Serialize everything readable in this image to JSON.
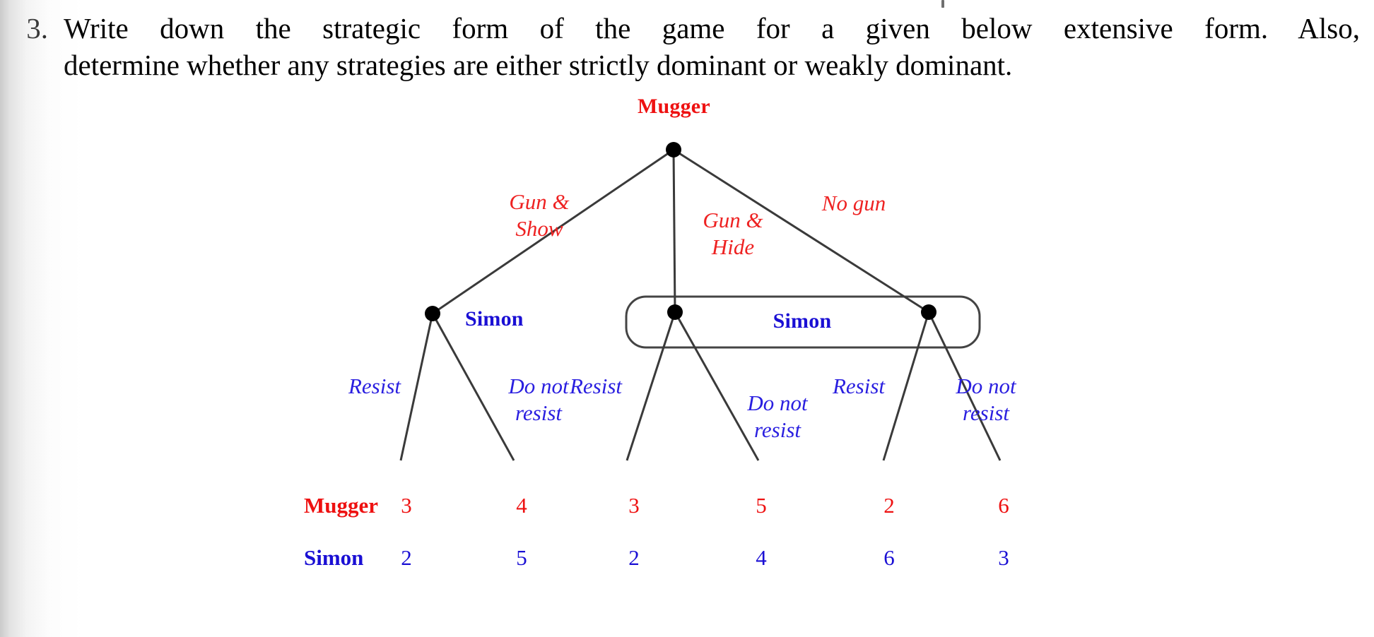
{
  "question": {
    "number": "3.",
    "line1": "Write down the strategic form of the game for a given below extensive form. Also,",
    "line2": "determine whether any strategies are either strictly dominant or weakly dominant."
  },
  "colors": {
    "mugger": "#ee1111",
    "simon": "#1a0fd4",
    "tree_line": "#3a3a3a",
    "node": "#000000",
    "infoset_border": "#444444"
  },
  "chart_data": {
    "type": "diagram",
    "subtype": "extensive-form-game-tree",
    "title": "Mugger",
    "players": [
      "Mugger",
      "Simon"
    ],
    "root": {
      "player": "Mugger",
      "label": "Mugger",
      "actions": [
        "Gun & Show",
        "Gun & Hide",
        "No gun"
      ]
    },
    "decision_nodes": [
      {
        "id": "simon-left",
        "player": "Simon",
        "label": "Simon",
        "actions": [
          "Resist",
          "Do not resist"
        ],
        "in_information_set": false
      },
      {
        "id": "simon-mid",
        "player": "Simon",
        "label": "Simon",
        "actions": [
          "Resist",
          "Do not resist"
        ],
        "in_information_set": true
      },
      {
        "id": "simon-right",
        "player": "Simon",
        "label": "Simon",
        "actions": [
          "Resist",
          "Do not resist"
        ],
        "in_information_set": true
      }
    ],
    "information_sets": [
      {
        "label": "Simon",
        "nodes": [
          "simon-mid",
          "simon-right"
        ]
      }
    ],
    "payoff_rows": [
      {
        "player": "Mugger",
        "values": [
          "3",
          "4",
          "3",
          "5",
          "2",
          "6"
        ]
      },
      {
        "player": "Simon",
        "values": [
          "2",
          "5",
          "2",
          "4",
          "6",
          "3"
        ]
      }
    ],
    "terminal_nodes": [
      {
        "path": [
          "Gun & Show",
          "Resist"
        ],
        "mugger": 3,
        "simon": 2
      },
      {
        "path": [
          "Gun & Show",
          "Do not resist"
        ],
        "mugger": 4,
        "simon": 5
      },
      {
        "path": [
          "Gun & Hide",
          "Resist"
        ],
        "mugger": 3,
        "simon": 2
      },
      {
        "path": [
          "Gun & Hide",
          "Do not resist"
        ],
        "mugger": 5,
        "simon": 4
      },
      {
        "path": [
          "No gun",
          "Resist"
        ],
        "mugger": 2,
        "simon": 6
      },
      {
        "path": [
          "No gun",
          "Do not resist"
        ],
        "mugger": 6,
        "simon": 3
      }
    ]
  },
  "diagram": {
    "root_label": "Mugger",
    "mugger_actions": {
      "left": "Gun &\nShow",
      "middle": "Gun &\nHide",
      "right": "No gun"
    },
    "simon_labels": {
      "left": "Simon",
      "infoset": "Simon"
    },
    "simon_actions": {
      "a1": "Resist",
      "a2": "Do not\nresist",
      "a3": "Resist",
      "a4": "Do not\nresist",
      "a5": "Resist",
      "a6": "Do not\nresist"
    },
    "payoffs": {
      "mugger_label": "Mugger",
      "simon_label": "Simon",
      "mugger": [
        "3",
        "4",
        "3",
        "5",
        "2",
        "6"
      ],
      "simon": [
        "2",
        "5",
        "2",
        "4",
        "6",
        "3"
      ]
    }
  }
}
